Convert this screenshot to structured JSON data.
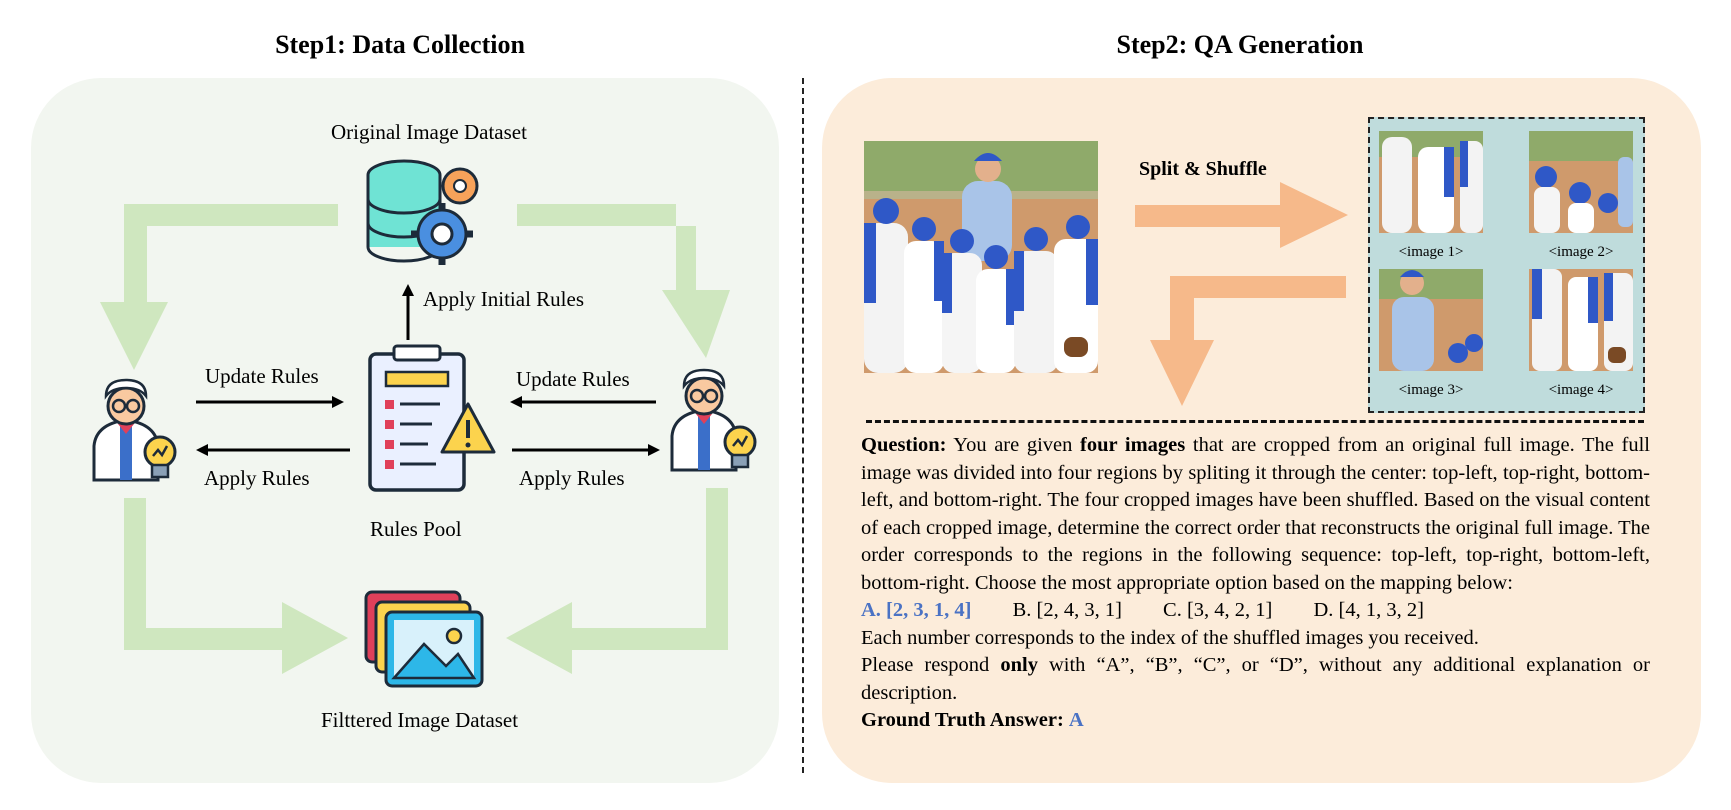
{
  "step1": {
    "title": "Step1: Data Collection",
    "original_dataset": "Original Image Dataset",
    "apply_initial_rules": "Apply Initial Rules",
    "update_rules_left": "Update Rules",
    "update_rules_right": "Update Rules",
    "apply_rules_left": "Apply Rules",
    "apply_rules_right": "Apply Rules",
    "rules_pool": "Rules Pool",
    "filtered_dataset": "Filttered Image Dataset"
  },
  "step2": {
    "title": "Step2: QA Generation",
    "split_shuffle": "Split & Shuffle",
    "tiles": [
      "<image 1>",
      "<image 2>",
      "<image 3>",
      "<image 4>"
    ],
    "question_label": "Question:",
    "q_part1": " You are given ",
    "q_bold1": "four images",
    "q_part2": " that are cropped from an original full image. The full image was divided into four regions by spliting it through the center: top-left, top-right, bottom-left, and bottom-right. The four cropped images have been shuffled. Based on the visual content of each cropped image, determine the correct order that reconstructs the original full image. The order corresponds to the regions in the following sequence: top-left, top-right, bottom-left, bottom-right. Choose the most appropriate option based on the mapping below:",
    "options": [
      "A. [2, 3, 1, 4]",
      "B. [2, 4, 3, 1]",
      "C. [3, 4, 2, 1]",
      "D. [4, 1, 3, 2]"
    ],
    "line_index": "Each number corresponds to the index of the shuffled images you received.",
    "respond_part1": "Please respond ",
    "respond_bold": "only",
    "respond_part2": " with “A”, “B”, “C”, or “D”, without any additional explanation or description.",
    "gt_label": "Ground Truth Answer:",
    "gt_value": "A"
  },
  "colors": {
    "left_panel": "#f2f6f0",
    "right_panel": "#fcecda",
    "green_arrow": "#cfe7bf",
    "orange_arrow": "#f6b98a",
    "answer_blue": "#4a72c4",
    "tile_bg": "#bfdcdc"
  },
  "icons": [
    "database-gear-icon",
    "rules-clipboard-icon",
    "warning-icon",
    "researcher-icon",
    "lightbulb-icon",
    "image-stack-icon"
  ]
}
